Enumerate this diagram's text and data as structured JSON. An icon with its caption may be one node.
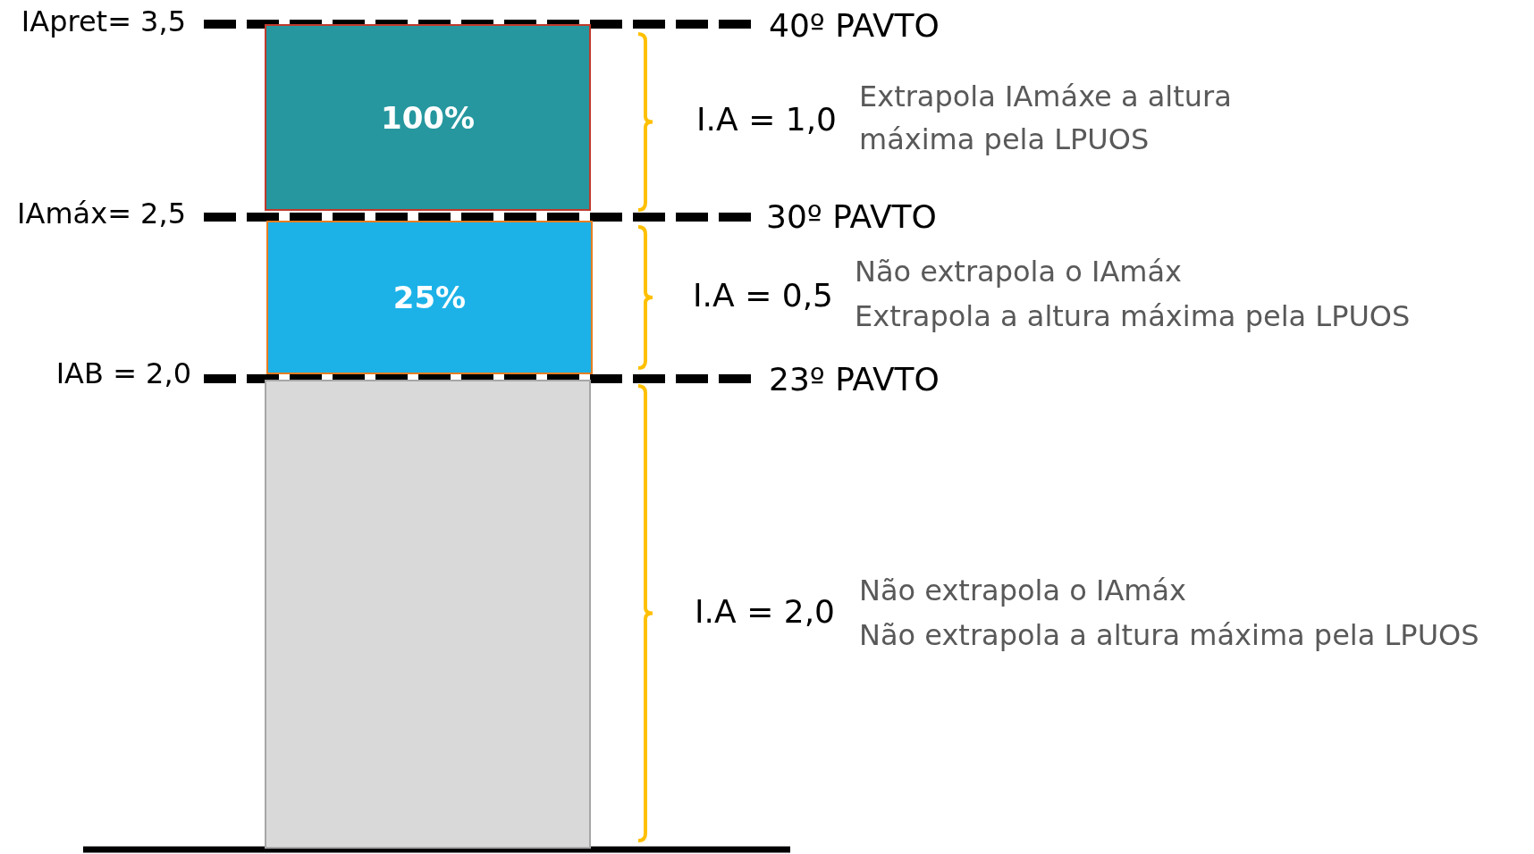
{
  "diagram": {
    "nodes": [
      {
        "text": [
          "100%"
        ]
      },
      {
        "text": [
          "25%"
        ]
      },
      {
        "text": [],
        "shape": "box"
      }
    ],
    "labels": [
      "IApret= 3,5",
      "40º PAVTO",
      "I.A = 1,0",
      "Extrapola IAmáxe a altura máxima pela LPUOS",
      "IAmáx= 2,5",
      "30º PAVTO",
      "I.A = 0,5",
      "Não extrapola o IAmáx",
      "Extrapola a altura máxima pela LPUOS",
      "IAB = 2,0",
      "23º PAVTO",
      "I.A = 2,0",
      "Não extrapola o IAmáx",
      "Não extrapola a altura máxima pela LPUOS"
    ]
  }
}
